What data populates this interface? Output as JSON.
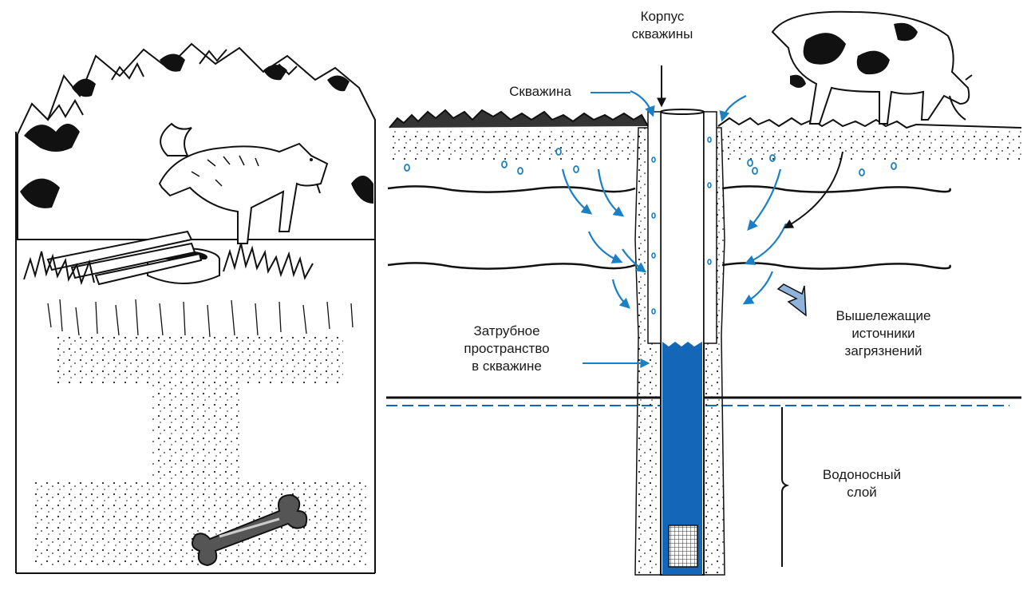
{
  "labels": {
    "casing": [
      "Корпус",
      "скважины"
    ],
    "well": "Скважина",
    "annulus": [
      "Затрубное",
      "пространство",
      "в скважине"
    ],
    "sources": [
      "Вышележащие",
      "источники",
      "загрязнений"
    ],
    "aquifer": [
      "Водоносный",
      "слой"
    ]
  },
  "colors": {
    "water": "#1467b8",
    "arrow": "#1a7fc4",
    "ink": "#111111",
    "source_arrow": "#8fb3dc"
  },
  "icons": {
    "left_scene": "dog-and-old-well-illustration",
    "cow": "cow-icon",
    "bone": "bone-icon",
    "screen": "well-screen-icon"
  }
}
